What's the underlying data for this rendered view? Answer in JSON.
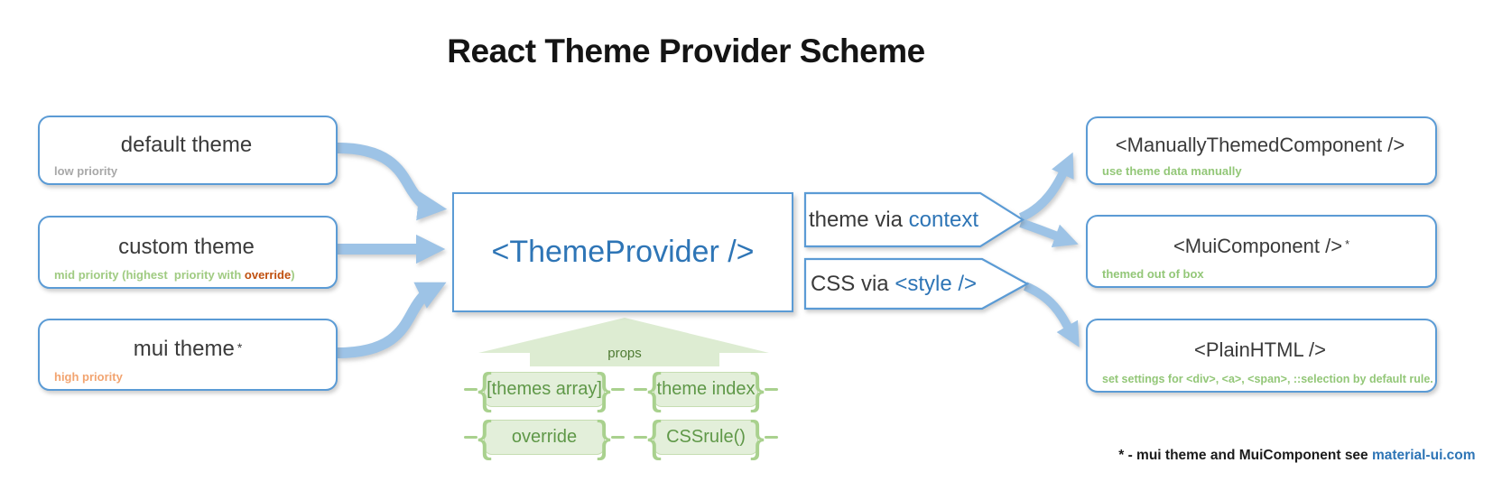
{
  "title": "React Theme Provider Scheme",
  "inputs": [
    {
      "label": "default theme",
      "sup": "",
      "subtitle": {
        "pre": "low priority",
        "em": "",
        "post": ""
      }
    },
    {
      "label": "custom theme",
      "sup": "",
      "subtitle": {
        "pre": "mid priority (highest  priority with ",
        "em": "override",
        "post": ")"
      }
    },
    {
      "label": "mui theme",
      "sup": "*",
      "subtitle": {
        "pre": "high priority",
        "em": "",
        "post": ""
      }
    }
  ],
  "provider": {
    "label": "<ThemeProvider />"
  },
  "props_group": {
    "label": "props",
    "pills": [
      "[themes array]",
      "theme index",
      "override",
      "CSSrule()"
    ]
  },
  "flags": [
    {
      "pre": "theme via ",
      "em": "context"
    },
    {
      "pre": "CSS via ",
      "em": "<style />"
    }
  ],
  "outputs": [
    {
      "label": "<ManuallyThemedComponent />",
      "sup": "",
      "subtitle": "use theme data manually"
    },
    {
      "label": "<MuiComponent />",
      "sup": "*",
      "subtitle": "themed out of box"
    },
    {
      "label": "<PlainHTML />",
      "sup": "",
      "subtitle": "set settings for <div>, <a>, <span>, ::selection by default rule."
    }
  ],
  "footnote": {
    "pre": "* - mui theme and MuiComponent see ",
    "link": "material-ui.com"
  },
  "colors": {
    "accent_blue": "#2e75b6",
    "border_blue": "#5b9bd5",
    "arrow_blue": "#9dc3e6",
    "green_fill": "#e3efda",
    "green_border": "#a9d18e",
    "green_text": "#5f9848",
    "subtitle_green": "#a0cb82",
    "override_red": "#c0500f",
    "high_priority_orange": "#f2a470",
    "low_priority_gray": "#a8a8a8"
  }
}
